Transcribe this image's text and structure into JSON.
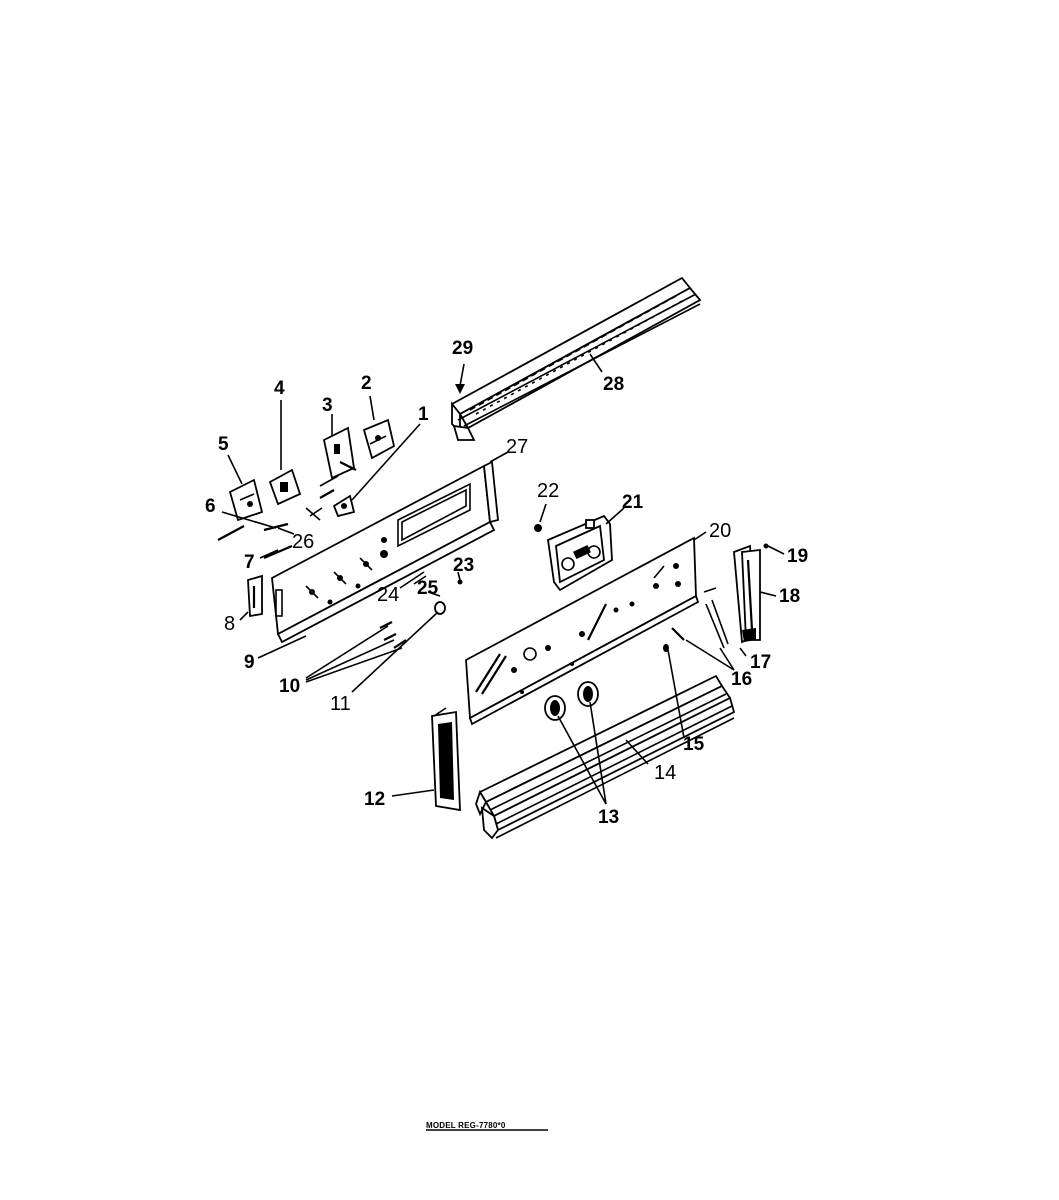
{
  "labels": {
    "1": "1",
    "2": "2",
    "3": "3",
    "4": "4",
    "5": "5",
    "6": "6",
    "7": "7",
    "8": "8",
    "9": "9",
    "10": "10",
    "11": "11",
    "12": "12",
    "13": "13",
    "14": "14",
    "15": "15",
    "16": "16",
    "17": "17",
    "18": "18",
    "19": "19",
    "20": "20",
    "21": "21",
    "22": "22",
    "23": "23",
    "24": "24",
    "25": "25",
    "26": "26",
    "27": "27",
    "28": "28",
    "29": "29"
  },
  "footer": {
    "model_text": "MODEL REG-7780*0"
  }
}
